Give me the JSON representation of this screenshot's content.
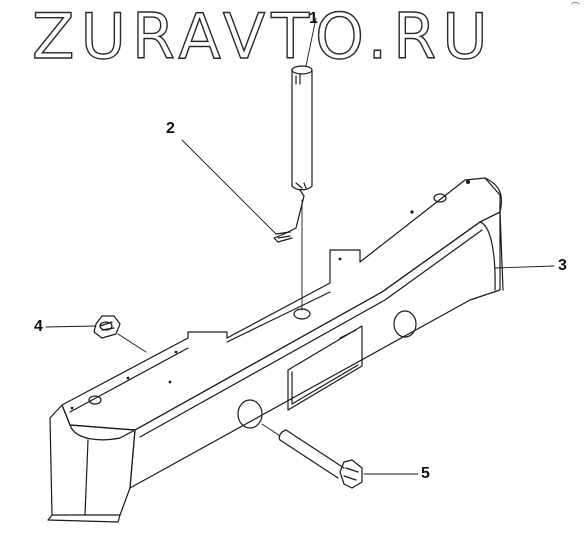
{
  "watermark": {
    "text": "ZURAVTO.RU"
  },
  "callouts": [
    {
      "id": "1",
      "label": "1"
    },
    {
      "id": "2",
      "label": "2"
    },
    {
      "id": "3",
      "label": "3"
    },
    {
      "id": "4",
      "label": "4"
    },
    {
      "id": "5",
      "label": "5"
    }
  ],
  "colors": {
    "line": "#1a1a1a",
    "background": "#ffffff"
  }
}
